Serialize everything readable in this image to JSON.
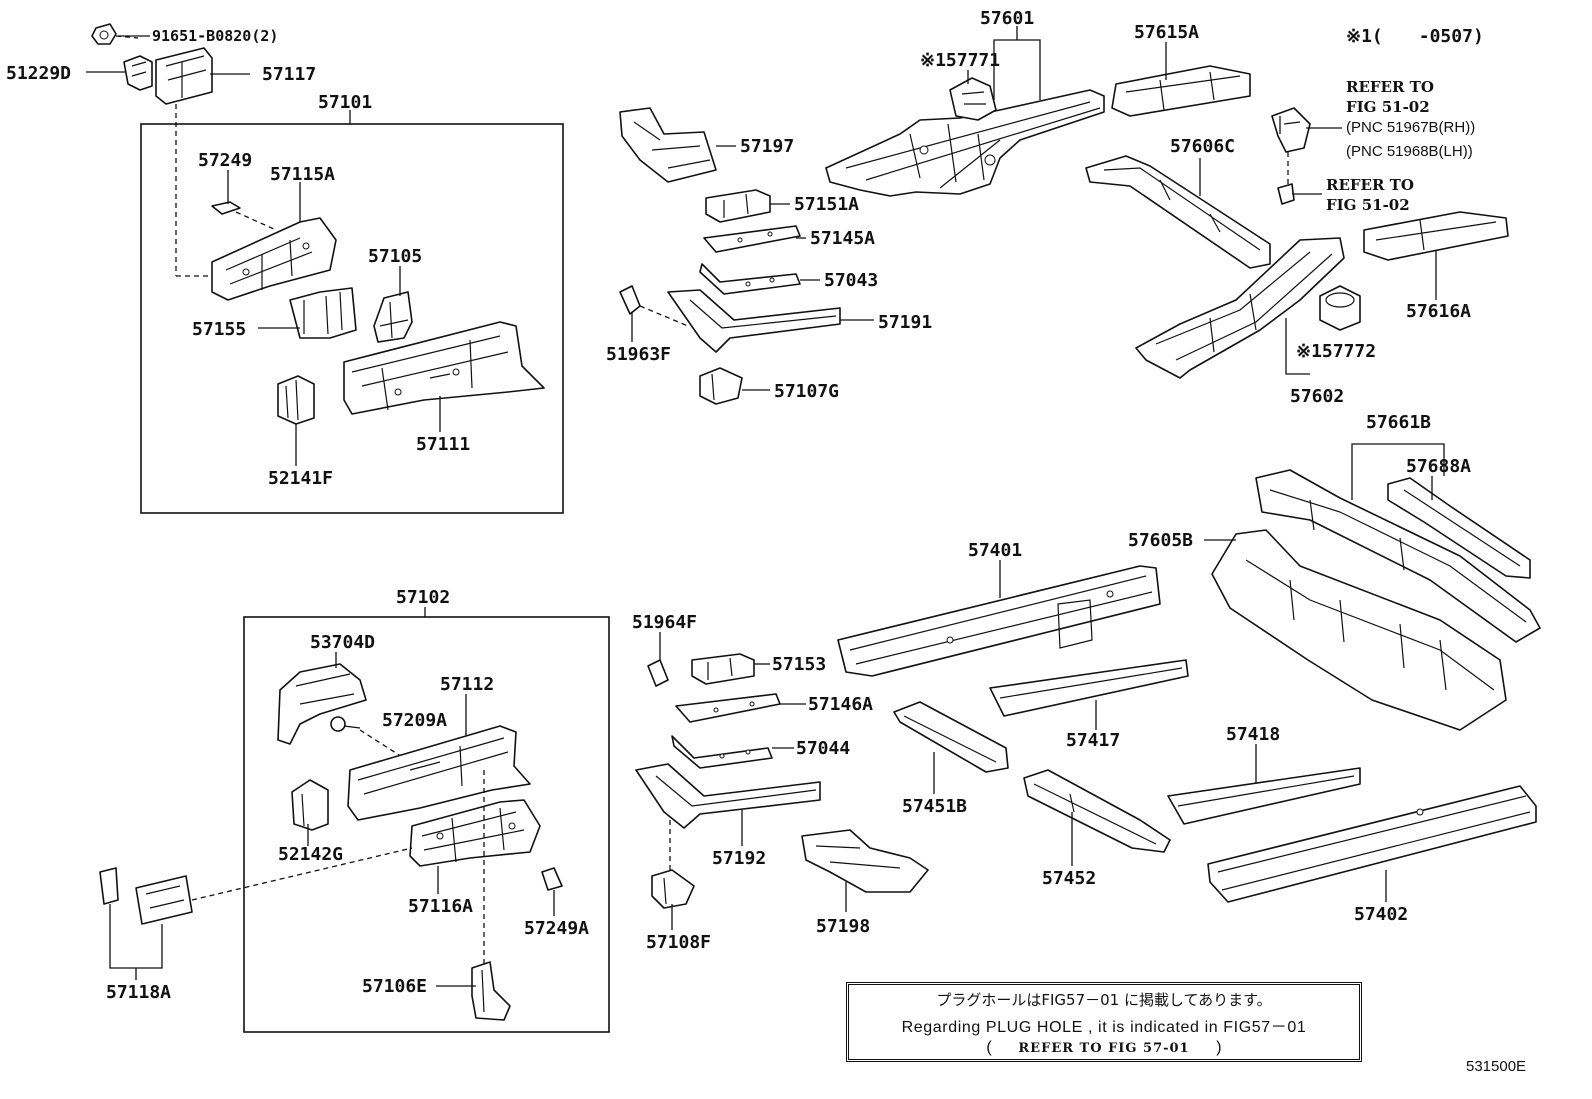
{
  "header_note": "※1(　　-0507)",
  "labels": {
    "p91651": "91651-B0820(2)",
    "p51229D": "51229D",
    "p57117": "57117",
    "p57101": "57101",
    "p57249": "57249",
    "p57115A": "57115A",
    "p57105": "57105",
    "p57155": "57155",
    "p57111": "57111",
    "p52141F": "52141F",
    "p57601": "57601",
    "p157771": "※157771",
    "p57615A": "57615A",
    "p57197": "57197",
    "p57151A": "57151A",
    "p57145A": "57145A",
    "p57043": "57043",
    "p57191": "57191",
    "p51963F": "51963F",
    "p57107G": "57107G",
    "p57606C": "57606C",
    "p57616A": "57616A",
    "p157772": "※157772",
    "p57602": "57602",
    "p57661B": "57661B",
    "p57688A": "57688A",
    "p57605B": "57605B",
    "p57401": "57401",
    "p57102": "57102",
    "p53704D": "53704D",
    "p57112": "57112",
    "p57209A": "57209A",
    "p52142G": "52142G",
    "p57116A": "57116A",
    "p57249A": "57249A",
    "p57118A": "57118A",
    "p57106E": "57106E",
    "p51964F": "51964F",
    "p57153": "57153",
    "p57146A": "57146A",
    "p57044": "57044",
    "p57192": "57192",
    "p57108F": "57108F",
    "p57198": "57198",
    "p57451B": "57451B",
    "p57417": "57417",
    "p57452": "57452",
    "p57418": "57418",
    "p57402": "57402"
  },
  "references": {
    "refer_to_1": "REFER TO",
    "fig_1": "FIG 51-02",
    "pnc_rh": "(PNC 51967B(RH))",
    "pnc_lh": "(PNC 51968B(LH))",
    "refer_to_2": "REFER TO",
    "fig_2": "FIG 51-02"
  },
  "note": {
    "line_ja": "プラグホールはFIG57－01 に掲載してあります。",
    "line_en": "Regarding PLUG HOLE , it is indicated in FIG57－01",
    "open_paren": "(",
    "refer": "REFER TO FIG 57-01",
    "close_paren": ")"
  },
  "catalog_code": "531500E"
}
